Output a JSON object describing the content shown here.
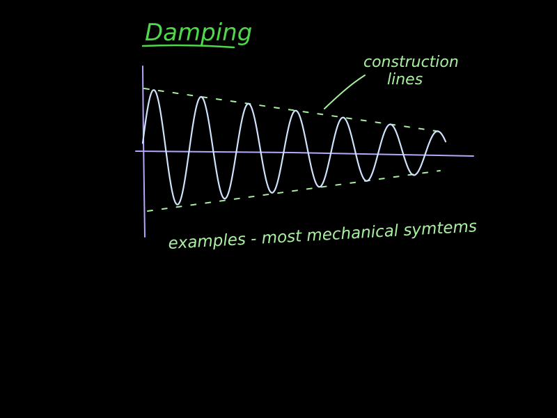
{
  "title": "Damping",
  "annotation": {
    "line1": "construction",
    "line2": "lines"
  },
  "caption": "examples - most mechanical symtems",
  "colors": {
    "background": "#000000",
    "title_ink": "#4fd84a",
    "annotation_ink": "#a8f0a0",
    "caption_ink": "#a8f0a0",
    "axis_ink": "#b4a8ff",
    "wave_ink": "#cfe3ff",
    "envelope_ink": "#a8f0a0"
  }
}
